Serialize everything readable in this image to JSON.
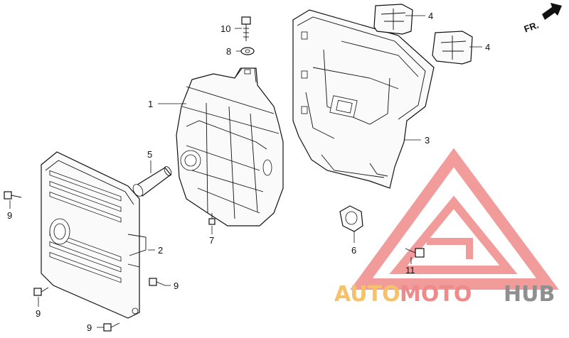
{
  "watermark": {
    "text_a": "AUTO",
    "text_b": "MOTO",
    "text_c": "HUB",
    "colors": {
      "a": "#f5c26b",
      "b": "#ef8a8a",
      "c": "#8f8f8f",
      "triangle": "#e94b4b"
    }
  },
  "direction_label": "FR.",
  "callouts": [
    "1",
    "2",
    "3",
    "4",
    "4",
    "5",
    "6",
    "7",
    "8",
    "9",
    "9",
    "9",
    "9",
    "10",
    "11"
  ]
}
